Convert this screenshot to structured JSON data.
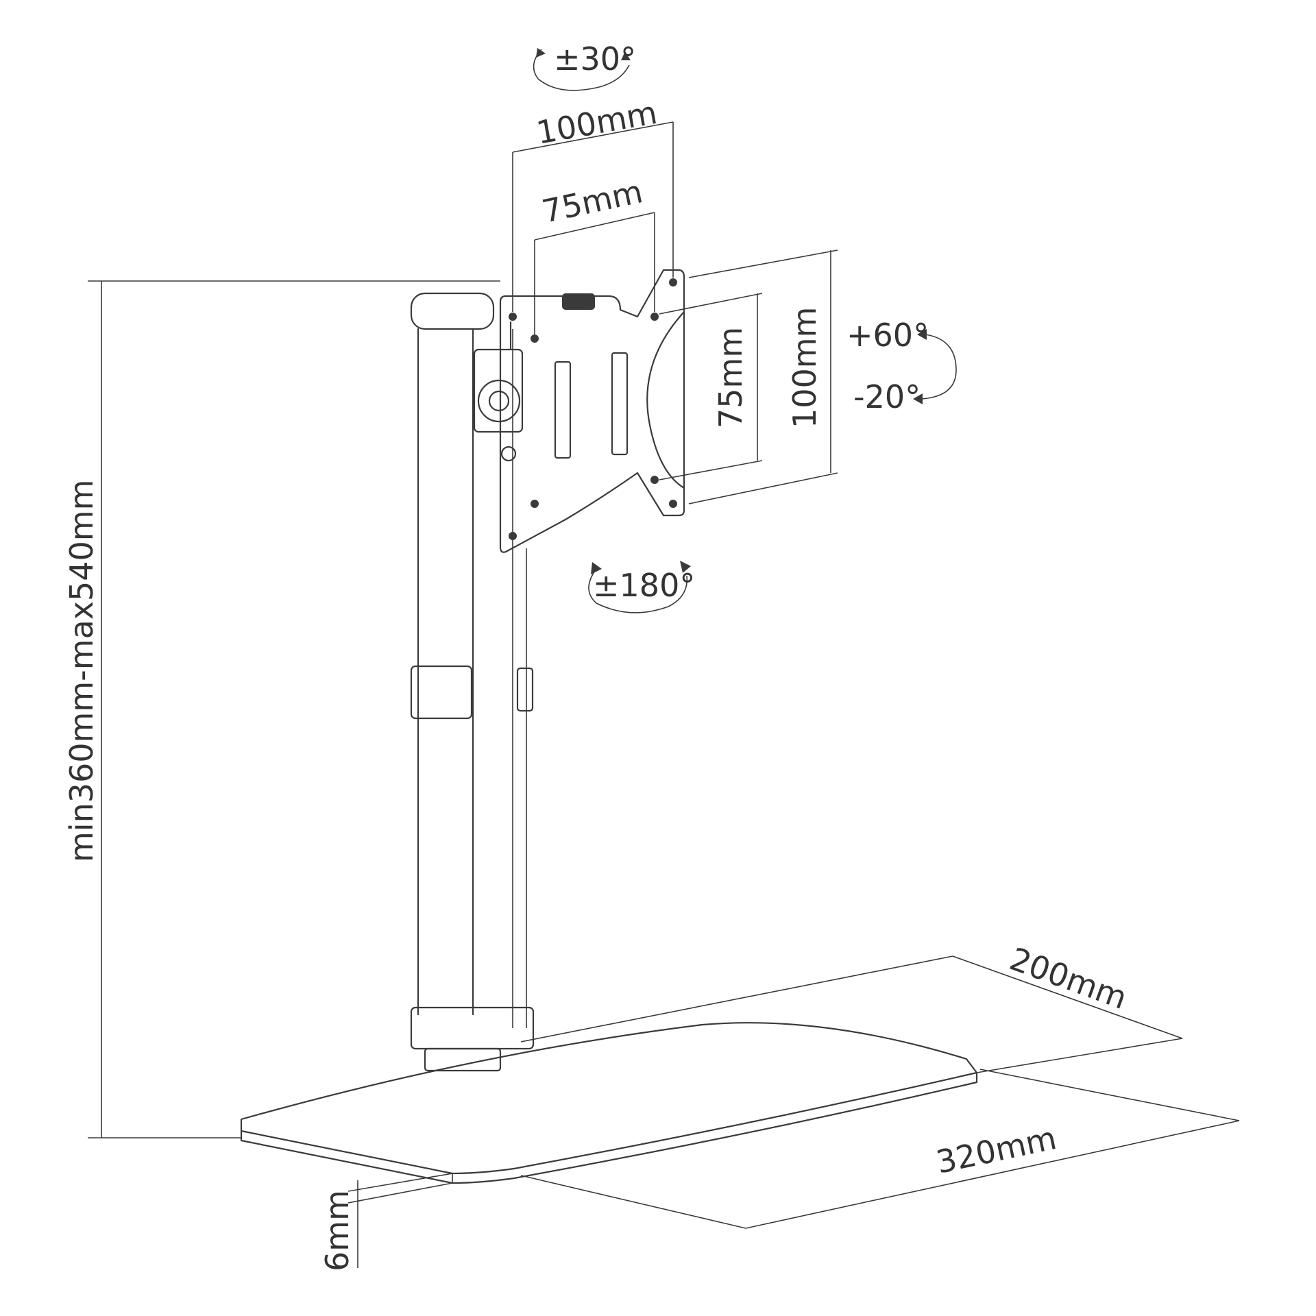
{
  "labels": {
    "swivel_top": "±30°",
    "hole_wide_h": "100mm",
    "hole_narrow_h": "75mm",
    "hole_narrow_v": "75mm",
    "hole_wide_v": "100mm",
    "tilt_up": "+60°",
    "tilt_down": "-20°",
    "rotation": "±180°",
    "height_range": "min360mm-max540mm",
    "base_depth": "200mm",
    "base_width": "320mm",
    "base_thickness": "6mm"
  },
  "colors": {
    "line": "#3a3a3a",
    "text": "#333333",
    "background": "#ffffff"
  }
}
